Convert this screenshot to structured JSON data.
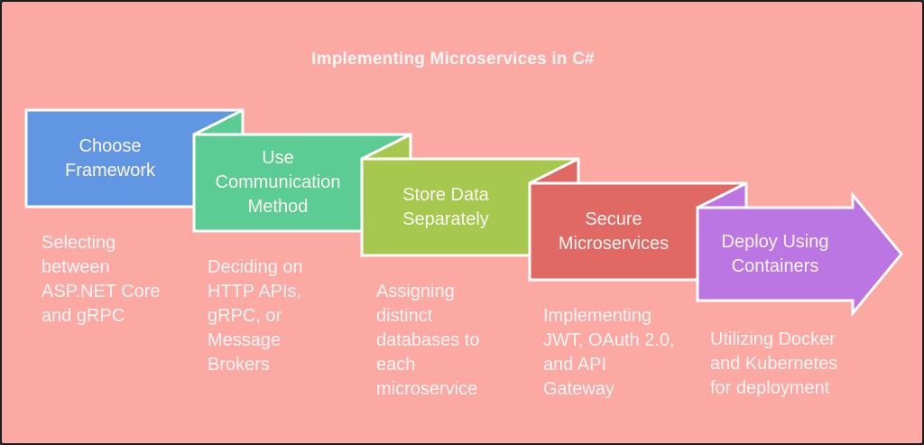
{
  "title": "Implementing Microservices in C#",
  "colors": {
    "background": "#FCA9A4",
    "frame_border": "#1B1B1B",
    "text": "#FBF5F4",
    "shape_stroke": "#FFFFFF"
  },
  "steps": [
    {
      "label": "Choose\nFramework",
      "description": "Selecting\nbetween\nASP.NET Core\nand gRPC",
      "color": "#6196E3"
    },
    {
      "label": "Use\nCommunication\nMethod",
      "description": "Deciding on\nHTTP APIs,\ngRPC, or\nMessage\nBrokers",
      "color": "#5BCC93"
    },
    {
      "label": "Store Data\nSeparately",
      "description": "Assigning\ndistinct\ndatabases to\neach\nmicroservice",
      "color": "#A6C84E"
    },
    {
      "label": "Secure\nMicroservices",
      "description": "Implementing\nJWT, OAuth 2.0,\nand API\nGateway",
      "color": "#E06A63"
    },
    {
      "label": "Deploy Using\nContainers",
      "description": "Utilizing Docker\nand Kubernetes\nfor deployment",
      "color": "#BC76E3"
    }
  ]
}
